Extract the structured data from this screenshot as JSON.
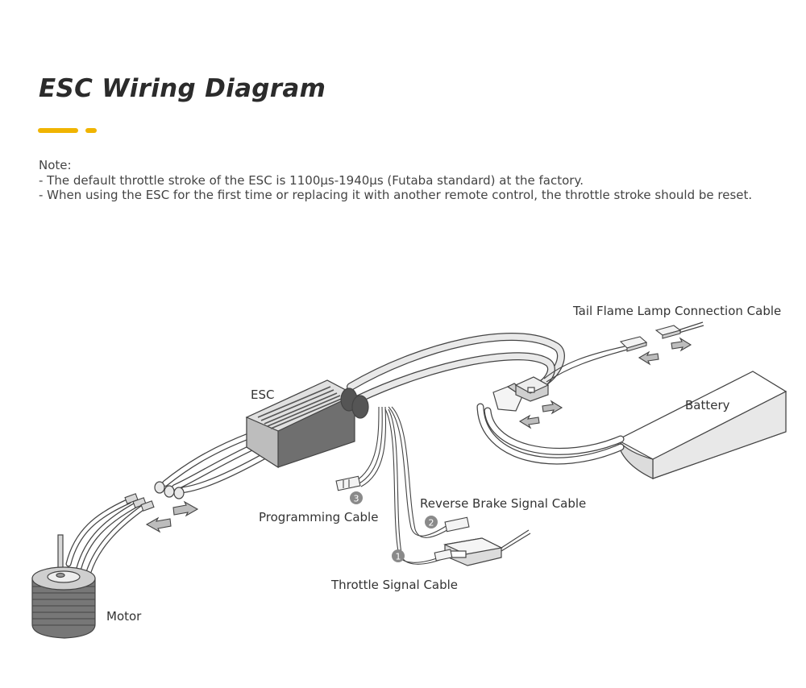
{
  "header": {
    "title": "ESC Wiring Diagram"
  },
  "note": {
    "heading": "Note:",
    "lines": [
      "- The default throttle stroke of the ESC is 1100μs-1940μs (Futaba standard) at the factory.",
      "- When using the ESC for the first time or replacing it with another remote control, the throttle stroke should be reset."
    ]
  },
  "diagram": {
    "labels": {
      "esc": "ESC",
      "battery": "Battery",
      "tail_lamp": "Tail Flame Lamp Connection Cable",
      "reverse_brake": "Reverse Brake Signal Cable",
      "programming": "Programming Cable",
      "throttle": "Throttle Signal Cable",
      "motor": "Motor"
    },
    "markers": [
      "1",
      "2",
      "3"
    ]
  },
  "colors": {
    "accent": "#f0b400",
    "line": "#444444",
    "fill_light": "#e6e6e6",
    "fill_dark": "#bdbdbd",
    "marker": "#8a8a8a"
  }
}
